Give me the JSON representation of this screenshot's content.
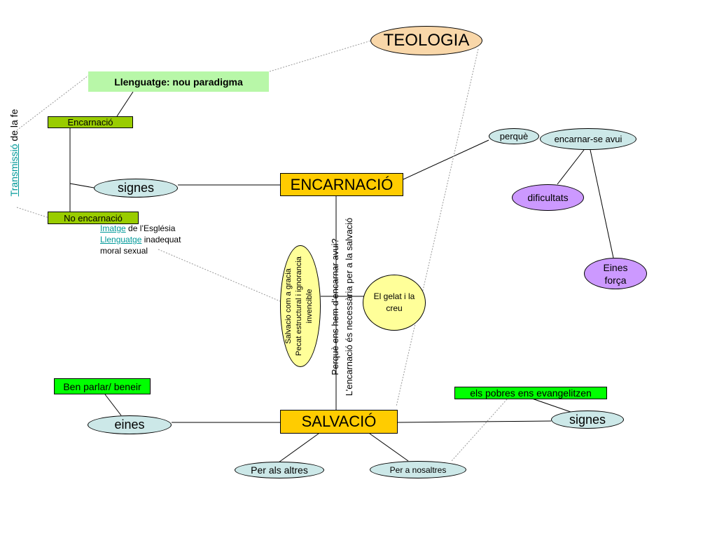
{
  "nodes": {
    "teologia": "TEOLOGIA",
    "llenguatge": "Llenguatge: nou paradigma",
    "encarnacio_small": "Encarnació",
    "no_encarnacio": "No encarnació",
    "signes_left": "signes",
    "encarnacio_main": "ENCARNACIÓ",
    "perque": "perquè",
    "encarnar_avui": "encarnar-se avui",
    "dificultats": "dificultats",
    "eines_forca": "Eines força",
    "el_gelat": "El gelat i la creu",
    "salvacio_oval": [
      "Salvacio com a gracia",
      "Pecat estructural i ignorancia",
      "invencible"
    ],
    "perque_vertical": [
      "Perquè ens hem d’encarnar avui?",
      "L’encarnació és necessària per a la salvació"
    ],
    "ben_parlar": "Ben parlar/ beneir",
    "eines_left": "eines",
    "salvacio_main": "SALVACIÓ",
    "pobres": "els pobres ens evangelitzen",
    "signes_right": "signes",
    "per_altres": "Per als altres",
    "per_nosaltres": "Per a nosaltres"
  },
  "transmissio": {
    "link": "Transmissió",
    "rest": " de la fe"
  },
  "notes": [
    {
      "link": "Imatge",
      "rest": " de l’Església"
    },
    {
      "link": "Llenguatge",
      "rest": " inadequat"
    },
    {
      "link": "",
      "rest": "moral sexual"
    }
  ],
  "colors": {
    "peach": "#f9d7a9",
    "light_green": "#b8f7a8",
    "olive_green": "#99cc00",
    "light_blue": "#cce8e8",
    "gold": "#ffcc00",
    "violet": "#cc99ff",
    "pale_yellow": "#ffff99",
    "bright_green": "#00ff00",
    "link_teal": "#009999"
  }
}
